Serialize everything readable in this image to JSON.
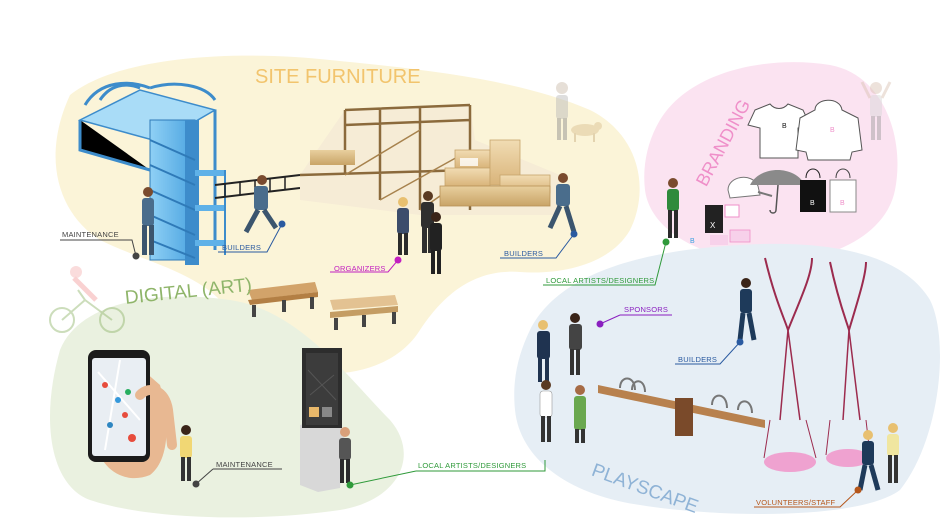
{
  "zones": {
    "site_furniture": {
      "label": "SITE FURNITURE",
      "color": "#f2c46d"
    },
    "digital_art": {
      "label": "DIGITAL (ART)",
      "color": "#8fb56a"
    },
    "branding": {
      "label": "BRANDING",
      "color": "#ef8fc9"
    },
    "playscape": {
      "label": "PLAYSCAPE",
      "color": "#8fb3d6"
    }
  },
  "callouts": {
    "maintenance_top": {
      "label": "MAINTENANCE",
      "color": "#444444"
    },
    "builders_left": {
      "label": "BUILDERS",
      "color": "#2a5aa0"
    },
    "organizers": {
      "label": "ORGANIZERS",
      "color": "#c21fc0"
    },
    "builders_right": {
      "label": "BUILDERS",
      "color": "#2a5aa0"
    },
    "local_artists_top": {
      "label": "LOCAL ARTISTS/DESIGNERS",
      "color": "#2f9a3a"
    },
    "sponsors": {
      "label": "SPONSORS",
      "color": "#8a1fc0"
    },
    "builders_play": {
      "label": "BUILDERS",
      "color": "#2a5aa0"
    },
    "maintenance_bottom": {
      "label": "MAINTENANCE",
      "color": "#444444"
    },
    "local_artists_bottom": {
      "label": "LOCAL ARTISTS/DESIGNERS",
      "color": "#2f9a3a"
    },
    "volunteers": {
      "label": "VOLUNTEERS/STAFF",
      "color": "#b5561a"
    }
  },
  "branding_marks": {
    "logo": "B",
    "logo_sup": "x",
    "kiosk_mark": "X"
  },
  "icons": [
    "scaffold-tower-icon",
    "bleacher-structure-icon",
    "bench-icon",
    "smartphone-map-icon",
    "digital-kiosk-icon",
    "tshirt-icon",
    "hoodie-icon",
    "cap-icon",
    "umbrella-icon",
    "tote-bag-icon",
    "seesaw-icon",
    "swing-icon",
    "person-icon",
    "dog-icon",
    "bicycle-icon"
  ]
}
